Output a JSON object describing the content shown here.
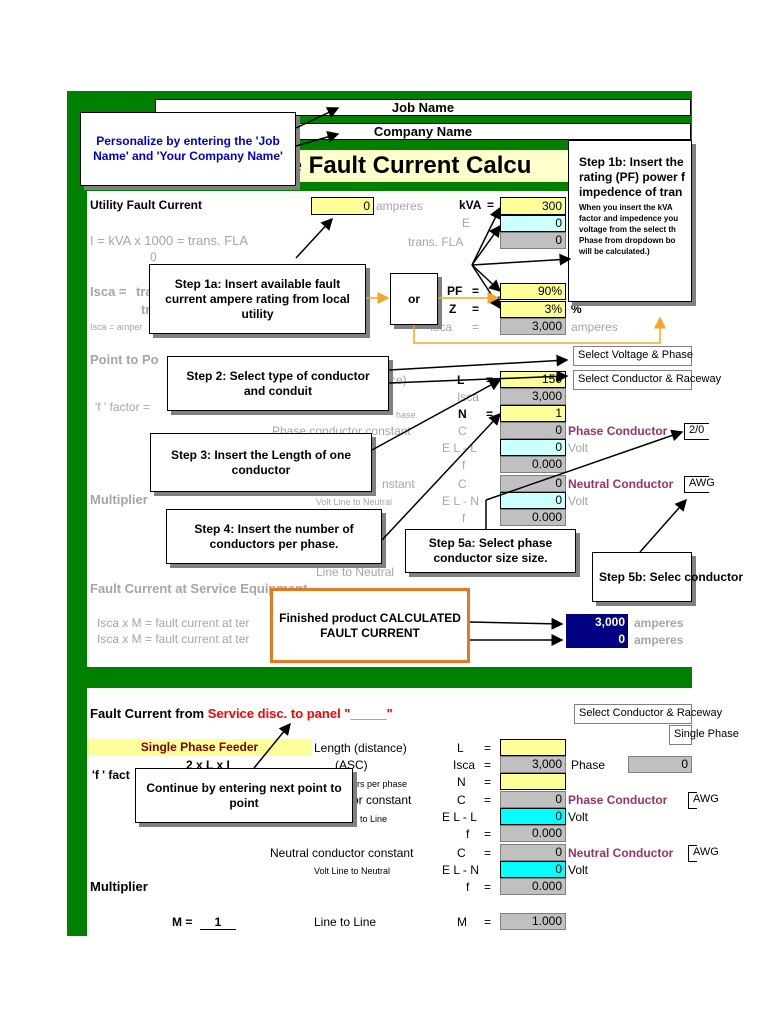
{
  "header": {
    "job_name": "Job Name",
    "company_name": "Company Name",
    "title_fragment": "le Fault Current Calcu",
    "personalize_callout": "Personalize by entering the 'Job Name' and 'Your Company Name'"
  },
  "utility": {
    "label": "Utility Fault Current",
    "value": "0",
    "unit": "amperes",
    "kva_label": "kVA",
    "kva_eq": "=",
    "kva_value": "300",
    "e_label": "E",
    "e_value": "0",
    "fla_formula": "I = kVA x 1000 = trans. FLA",
    "fla_zero": "0",
    "fla_label": "trans. FLA",
    "fla_value": "0",
    "isca_label": "Isca =",
    "isca_tr": "tra",
    "isca_tr2": "tr",
    "isca_note": "Isca = amper",
    "pf_label": "PF",
    "pf_value": "90%",
    "z_label": "Z",
    "z_value": "3%",
    "z_unit": "%",
    "isca2_label": "Isca",
    "isca2_value": "3,000",
    "isca2_unit": "amperes"
  },
  "point_section": {
    "heading": "Point to Po",
    "paren": "ce)",
    "f_factor": "'f ' factor =",
    "l_label": "L",
    "l_value": "150",
    "isca_val": "3,000",
    "isca_lbl": "Isca",
    "n_label": "N",
    "n_value": "1",
    "hase": "hase",
    "phase_const": "Phase conductor constant",
    "c_label": "C",
    "c_value": "0",
    "phase_conductor": "Phase Conductor",
    "phase_size": "2/0",
    "ell_label": "E L - L",
    "ell_value": "0",
    "volt1": "Volt",
    "f_label": "f",
    "f_value": "0.000",
    "nstant": "nstant",
    "c2_label": "C",
    "c2_value": "0",
    "neutral_conductor": "Neutral Conductor",
    "neutral_awg": "AWG",
    "multiplier": "Multiplier",
    "volt_ln": "Volt Line to Neutral",
    "eln_label": "E L - N",
    "eln_value": "0",
    "volt2": "Volt",
    "f2_label": "f",
    "f2_value": "0.000",
    "line_neutral": "Line to Neutral"
  },
  "dropdowns": {
    "voltage_phase": "Select Voltage & Phase",
    "conductor_raceway": "Select Conductor & Raceway",
    "conductor_raceway2": "Select Conductor & Raceway",
    "single_phase": "Single Phase"
  },
  "callouts": {
    "step1a": "Step 1a:  Insert available fault current ampere rating from local utility",
    "or": "or",
    "step1b_title": "Step 1b:  Insert the rating (PF) power f impedence of tran",
    "step1b_body": "When you insert the kVA factor and impedence you voltage from the select th Phase from dropdown bo will be calculated.)",
    "step2": "Step 2: Select type of conductor and conduit",
    "step3": "Step 3: Insert the Length of one conductor",
    "step4": "Step 4: Insert the number of conductors per phase.",
    "step5a": "Step 5a: Select phase conductor size size.",
    "step5b": "Step 5b: Selec conductor",
    "finished": "Finished product CALCULATED FAULT CURRENT",
    "continue": "Continue by entering next point to point"
  },
  "service_equipment": {
    "heading": "Fault Current at Service Equipment",
    "row1_formula": "Isca x M = fault current at ter",
    "row2_formula": "Isca x M = fault current at ter",
    "row1_value": "3,000",
    "row1_unit": "amperes",
    "row2_value": "0",
    "row2_unit": "amperes"
  },
  "panel_section": {
    "heading_prefix": "Fault Current from",
    "heading_red": "Service disc. to panel \"_____\"",
    "feeder": "Single Phase Feeder",
    "length_label": "Length (distance)",
    "asc_label": "(ASC)",
    "l_label": "L",
    "l_value": "",
    "isca_label": "Isca",
    "isca_value": "3,000",
    "phase_label": "Phase",
    "phase_value": "0",
    "formula": "2 x L x I",
    "f_fact": "'f ' fact",
    "ors_per_phase": "ors per phase",
    "n_label": "N",
    "n_value": "",
    "or_constant": "or constant",
    "c_label": "C",
    "c_value": "0",
    "phase_conductor": "Phase Conductor",
    "awg1": "AWG",
    "to_line": "to Line",
    "ell_label": "E L - L",
    "ell_value": "0",
    "volt1": "Volt",
    "f_label": "f",
    "f_value": "0.000",
    "neutral_const": "Neutral conductor constant",
    "c2_label": "C",
    "c2_value": "0",
    "neutral_conductor": "Neutral Conductor",
    "awg2": "AWG",
    "volt_ln": "Volt Line to Neutral",
    "eln_label": "E L - N",
    "eln_value": "0",
    "volt2": "Volt",
    "multiplier": "Multiplier",
    "f2_label": "f",
    "f2_value": "0.000",
    "m_formula": "M =",
    "m_num": "1",
    "line_to_line": "Line to Line",
    "m_label": "M",
    "m_value": "1.000"
  },
  "colors": {
    "green": "#008000",
    "yellow_cell": "#ffff99",
    "cyan_cell": "#ccffff",
    "grey_cell": "#c0c0c0",
    "result_blue": "#000080",
    "callout_orange": "#e87722"
  }
}
